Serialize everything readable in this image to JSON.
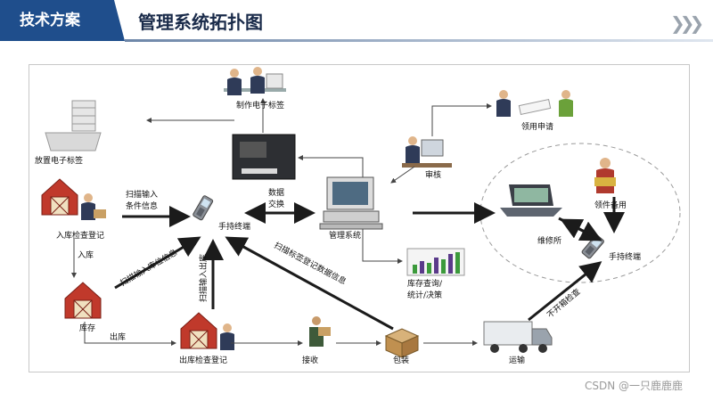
{
  "header": {
    "tag": "技术方案",
    "title": "管理系统拓扑图"
  },
  "labels": {
    "make_tag": "制作电子标签",
    "place_tag": "放置电子标签",
    "review": "审核",
    "apply": "领用申请",
    "scan_in_1": "扫描输入",
    "scan_in_2": "条件信息",
    "inbound_check": "入库检查登记",
    "handheld_center": "手持终端",
    "data_1": "数据",
    "data_2": "交换",
    "mgmt_system": "管理系统",
    "repair_shop": "维修所",
    "collect_spares": "领件备用",
    "handheld_right": "手持终端",
    "inbound": "入库",
    "warehouse": "库存",
    "outbound": "出库",
    "outbound_check": "出库检查登记",
    "receive": "接收",
    "pack": "包装",
    "transport": "运输",
    "stock_query_1": "库存查询/",
    "stock_query_2": "统计/决策",
    "scan_in_position": "扫描输入库位信息",
    "scan_out_input": "扫描输入出库",
    "scan_pack_reg": "扫描标签登记数据信息",
    "hold_out": "不开箱检查"
  },
  "watermark": "CSDN @一只鹿鹿鹿",
  "colors": {
    "accent": "#1f4e8c",
    "barn_red": "#c0392b",
    "arrow": "#1b1b1b",
    "bar_green": "#3c9a3c",
    "bar_purple": "#5a3a8a"
  }
}
